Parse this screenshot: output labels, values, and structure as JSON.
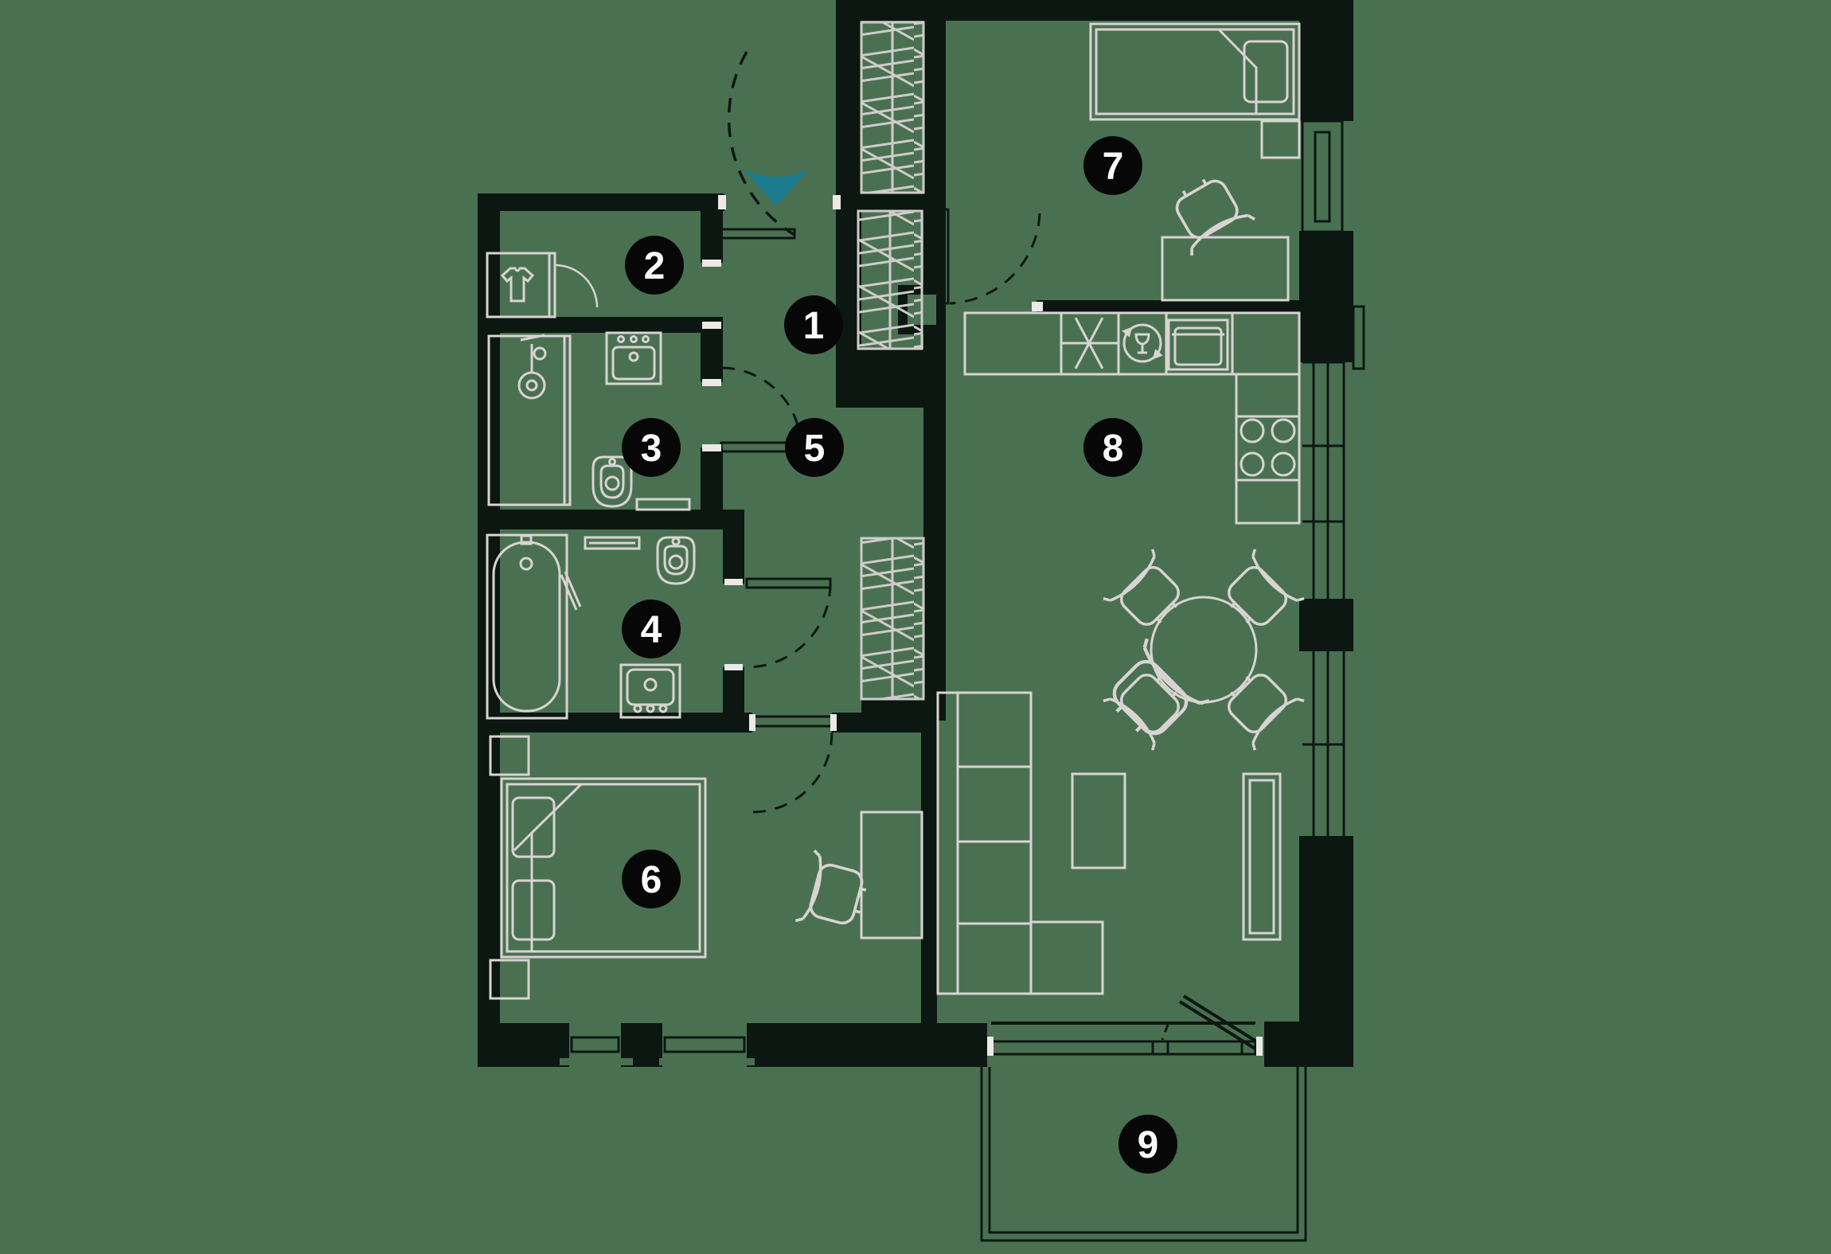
{
  "floorplan": {
    "colors": {
      "background": "#4a7052",
      "walls": "#0c1712",
      "furniture_lines": "#d8d4d1",
      "door_swing_dashes": "#0c1712",
      "badge_background": "#070707",
      "badge_text": "#fafafa",
      "entrance_arrow": "#1b7b8f",
      "jamb_marks": "#ece9e6"
    },
    "rooms": [
      {
        "number": "1"
      },
      {
        "number": "2"
      },
      {
        "number": "3"
      },
      {
        "number": "4"
      },
      {
        "number": "5"
      },
      {
        "number": "6"
      },
      {
        "number": "7"
      },
      {
        "number": "8"
      },
      {
        "number": "9"
      }
    ],
    "icons": {
      "entrance_arrow": "filled downward chevron triangle",
      "wardrobe": "t-shirt outline",
      "shower": "shower head with hose",
      "freezer": "six-spoke asterisk",
      "dishwasher": "wine glass in circular arrow",
      "hob": "four burner circles",
      "closet_hatch": "diagonal zigzag shelving hatch"
    }
  }
}
